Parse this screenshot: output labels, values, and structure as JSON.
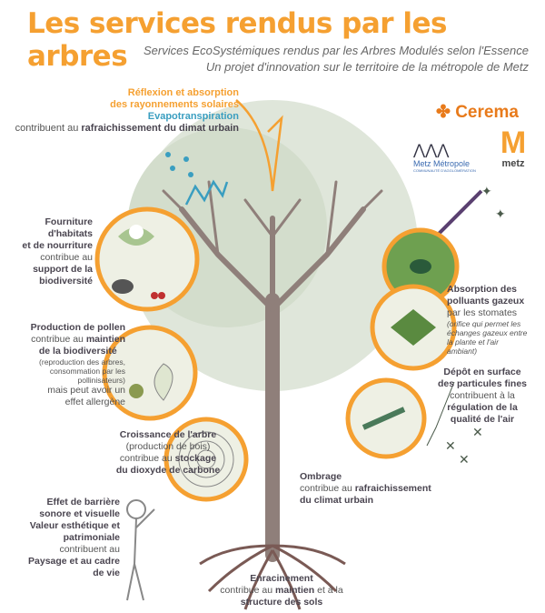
{
  "title": "Les services rendus par les arbres",
  "subtitle1": "Services EcoSystémiques rendus par les Arbres Modulés selon l'Essence",
  "subtitle2": "Un projet d'innovation sur le territoire de la métropole de Metz",
  "logos": {
    "cerema": "Cerema",
    "metz_metropole": "Metz Métropole",
    "metz_metropole_sub": "COMMUNAUTÉ D'AGGLOMÉRATION",
    "metz": "metz"
  },
  "top": {
    "l1": "Réflexion et absorption",
    "l2": "des rayonnements solaires",
    "l3": "Evapotranspiration",
    "l4a": "contribuent au ",
    "l4b": "rafraichissement du dimat urbain"
  },
  "habitat": {
    "h1": "Fourniture",
    "h2": "d'habitats",
    "h3": "et de nourriture",
    "t1": "contribue au",
    "t2": "support de la",
    "t3": "biodiversité"
  },
  "pollen": {
    "h": "Production de pollen",
    "t1a": "contribue au ",
    "t1b": "maintien",
    "t2": "de la biodiversité",
    "s1": "(reproduction des arbres,",
    "s2": "consommation par les",
    "s3": "pollinisateurs)",
    "t3": "mais peut avoir un",
    "t4": "effet allergène"
  },
  "wood": {
    "h": "Croissance de l'arbre",
    "t1": "(production de bois)",
    "t2a": "contribue au ",
    "t2b": "stockage",
    "t3": "du dioxyde de carbone"
  },
  "barrier": {
    "h1": "Effet de barrière",
    "h2": "sonore et visuelle",
    "h3": "Valeur esthétique et",
    "h4": "patrimoniale",
    "t1": "contribuent au",
    "t2": "Paysage et au cadre",
    "t3": "de vie"
  },
  "shade": {
    "h": "Ombrage",
    "t1a": "contribue au ",
    "t1b": "rafraichissement",
    "t2": "du climat urbain"
  },
  "roots": {
    "h": "Enracinement",
    "t1a": "contribue au ",
    "t1b": "maintien",
    "t1c": " et à la",
    "t2": "structure des sols"
  },
  "pollutants": {
    "h1": "Absorption des",
    "h2": "polluants gazeux",
    "t1": "par les stomates",
    "s1": "(orifice qui permet les",
    "s2": "échanges gazeux entre",
    "s3": "la plante et l'air",
    "s4": "ambiant)",
    "h3": "Dépôt en surface",
    "h4": "des particules fines",
    "t2": "contribuent à la",
    "t3": "régulation de la",
    "t4": "qualité de l'air"
  }
}
